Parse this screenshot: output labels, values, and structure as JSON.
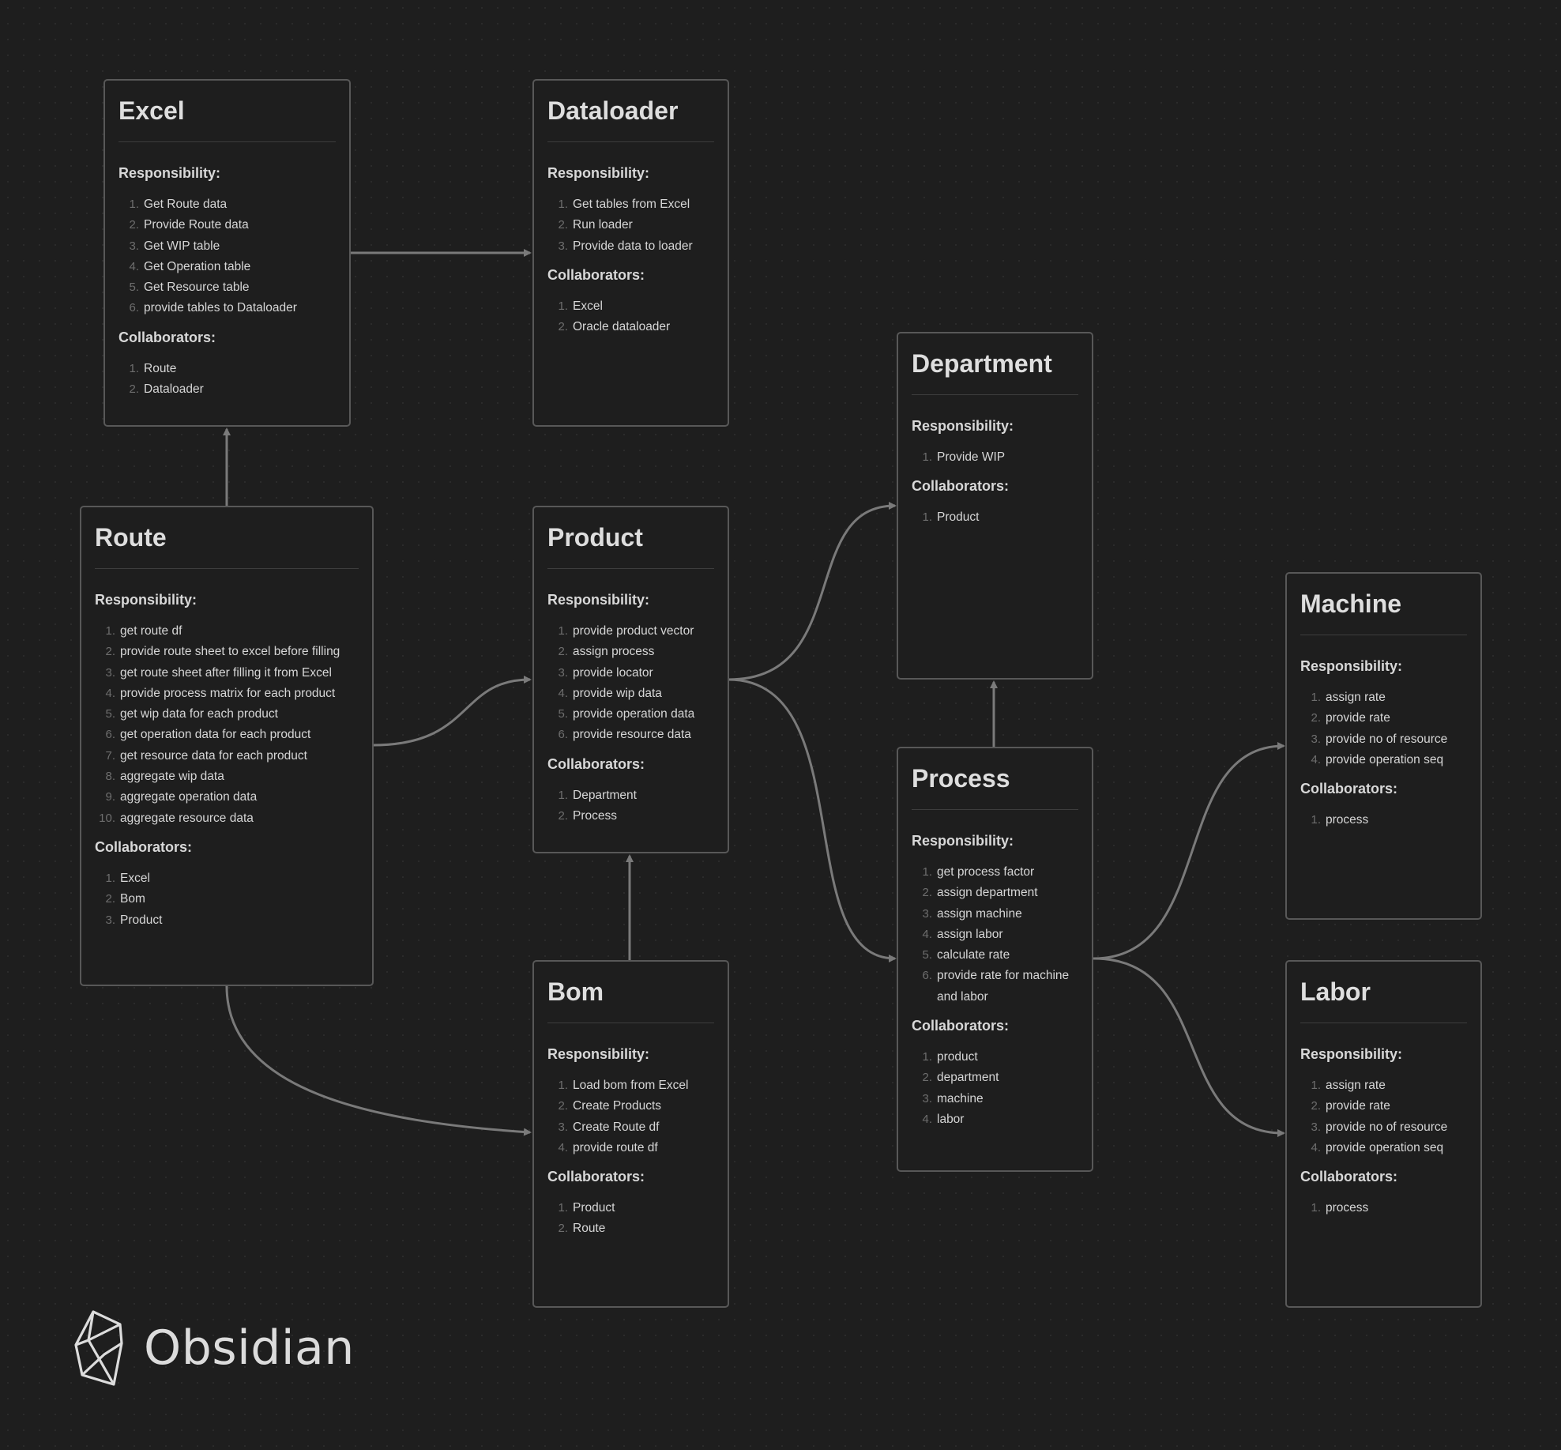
{
  "brand": {
    "name": "Obsidian"
  },
  "colors": {
    "background": "#1e1e1e",
    "card_border": "#585858",
    "edge": "#7a7a7a",
    "text": "#dadada"
  },
  "cards": {
    "excel": {
      "title": "Excel",
      "responsibility_label": "Responsibility:",
      "responsibilities": [
        "Get Route data",
        "Provide Route data",
        "Get WIP table",
        "Get Operation table",
        "Get Resource table",
        "provide tables to Dataloader"
      ],
      "collaborators_label": "Collaborators:",
      "collaborators": [
        "Route",
        "Dataloader"
      ]
    },
    "dataloader": {
      "title": "Dataloader",
      "responsibility_label": "Responsibility:",
      "responsibilities": [
        "Get tables from Excel",
        "Run loader",
        "Provide data to loader"
      ],
      "collaborators_label": "Collaborators:",
      "collaborators": [
        "Excel",
        "Oracle dataloader"
      ]
    },
    "department": {
      "title": "Department",
      "responsibility_label": "Responsibility:",
      "responsibilities": [
        "Provide WIP"
      ],
      "collaborators_label": "Collaborators:",
      "collaborators": [
        "Product"
      ]
    },
    "route": {
      "title": "Route",
      "responsibility_label": "Responsibility:",
      "responsibilities": [
        "get route df",
        "provide route sheet to excel before filling",
        "get route sheet after filling it from Excel",
        "provide process matrix for each product",
        "get wip data for each product",
        "get operation data for each product",
        "get resource data for each product",
        "aggregate wip data",
        "aggregate operation data",
        "aggregate resource data"
      ],
      "collaborators_label": "Collaborators:",
      "collaborators": [
        "Excel",
        "Bom",
        "Product"
      ]
    },
    "product": {
      "title": "Product",
      "responsibility_label": "Responsibility:",
      "responsibilities": [
        "provide product vector",
        "assign process",
        "provide locator",
        "provide wip data",
        "provide operation data",
        "provide resource data"
      ],
      "collaborators_label": "Collaborators:",
      "collaborators": [
        "Department",
        "Process"
      ]
    },
    "machine": {
      "title": "Machine",
      "responsibility_label": "Responsibility:",
      "responsibilities": [
        "assign rate",
        "provide rate",
        "provide no of resource",
        "provide operation seq"
      ],
      "collaborators_label": "Collaborators:",
      "collaborators": [
        "process"
      ]
    },
    "process": {
      "title": "Process",
      "responsibility_label": "Responsibility:",
      "responsibilities": [
        "get process factor",
        "assign department",
        "assign machine",
        "assign labor",
        "calculate rate",
        "provide rate for machine and labor"
      ],
      "collaborators_label": "Collaborators:",
      "collaborators": [
        "product",
        "department",
        "machine",
        "labor"
      ]
    },
    "bom": {
      "title": "Bom",
      "responsibility_label": "Responsibility:",
      "responsibilities": [
        "Load bom from Excel",
        "Create Products",
        "Create Route df",
        "provide route df"
      ],
      "collaborators_label": "Collaborators:",
      "collaborators": [
        "Product",
        "Route"
      ]
    },
    "labor": {
      "title": "Labor",
      "responsibility_label": "Responsibility:",
      "responsibilities": [
        "assign rate",
        "provide rate",
        "provide no of resource",
        "provide operation seq"
      ],
      "collaborators_label": "Collaborators:",
      "collaborators": [
        "process"
      ]
    }
  },
  "edges": [
    {
      "from": "excel",
      "to": "dataloader"
    },
    {
      "from": "route",
      "to": "excel"
    },
    {
      "from": "route",
      "to": "product"
    },
    {
      "from": "route",
      "to": "bom"
    },
    {
      "from": "product",
      "to": "department"
    },
    {
      "from": "product",
      "to": "process"
    },
    {
      "from": "bom",
      "to": "product"
    },
    {
      "from": "process",
      "to": "department"
    },
    {
      "from": "process",
      "to": "machine"
    },
    {
      "from": "process",
      "to": "labor"
    }
  ]
}
